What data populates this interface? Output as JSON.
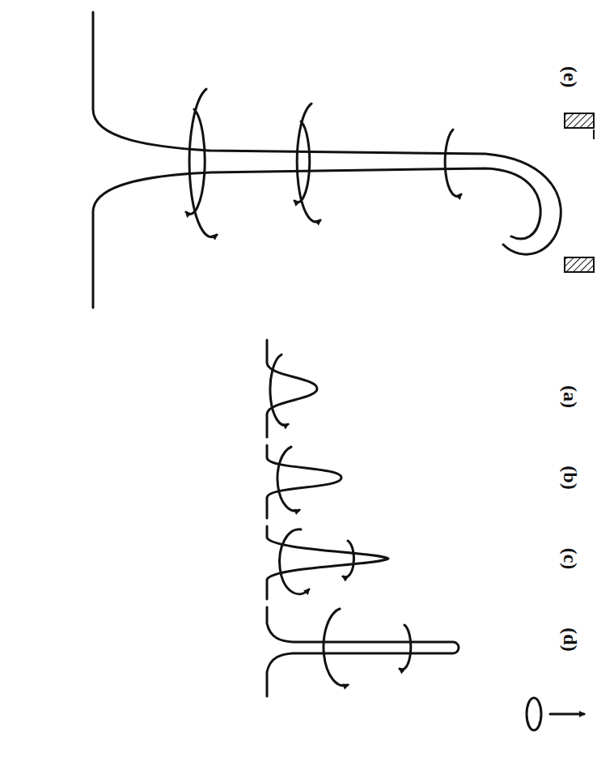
{
  "diagram": {
    "labels": [
      "(e)",
      "(a)",
      "(b)",
      "(c)",
      "(d)"
    ]
  }
}
